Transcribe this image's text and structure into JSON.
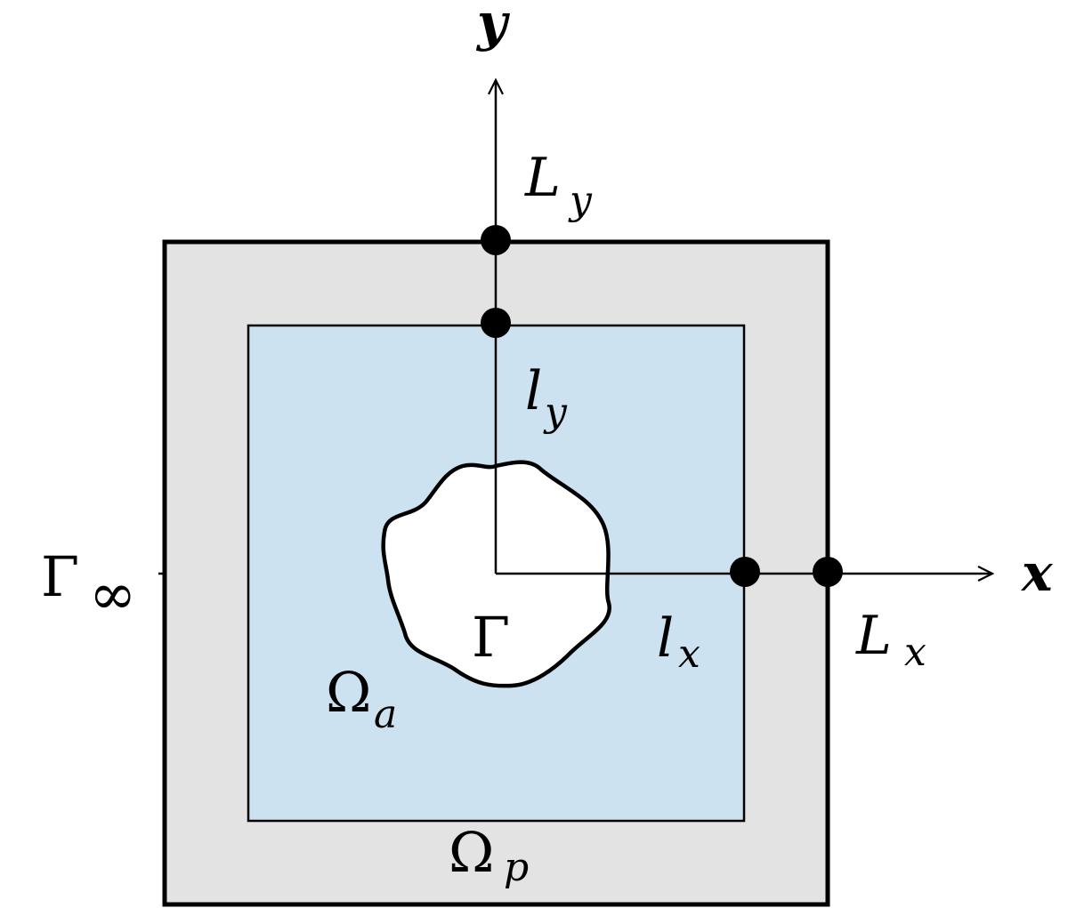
{
  "colors": {
    "outer_fill": "#e3e3e3",
    "inner_fill": "#cce2f0",
    "obstacle_fill": "#ffffff",
    "stroke": "#000000"
  },
  "axes": {
    "x_label": "x",
    "y_label": "y"
  },
  "labels": {
    "Ly": {
      "base": "L",
      "sub": "y"
    },
    "ly": {
      "base": "l",
      "sub": "y"
    },
    "lx": {
      "base": "l",
      "sub": "x"
    },
    "Lx": {
      "base": "L",
      "sub": "x"
    },
    "gamma_inf": {
      "base": "Γ",
      "sub": "∞"
    },
    "gamma": {
      "base": "Γ"
    },
    "omega_a": {
      "base": "Ω",
      "sub": "a"
    },
    "omega_p": {
      "base": "Ω",
      "sub": "p"
    }
  }
}
